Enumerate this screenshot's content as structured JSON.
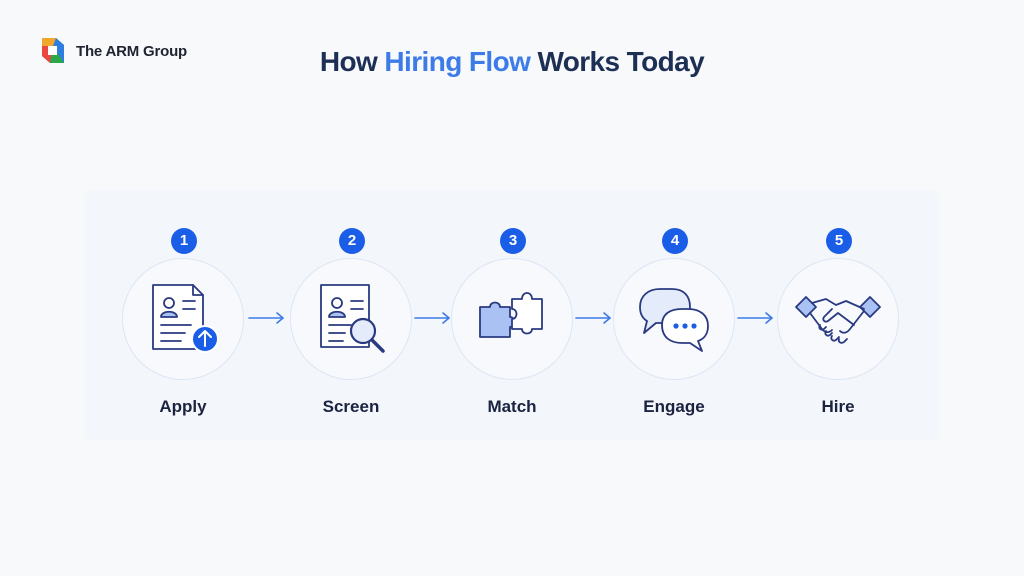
{
  "brand": {
    "name": "The ARM Group",
    "logo": "arm-group-logo"
  },
  "title": {
    "prefix": "How",
    "highlight": "Hiring Flow",
    "suffix": "Works Today"
  },
  "colors": {
    "accent": "#3d7be8",
    "badge": "#1a5ee8",
    "heading": "#1e2f56",
    "icon_stroke": "#2a3a80",
    "icon_fill": "#a9c2f3"
  },
  "steps": [
    {
      "number": "1",
      "label": "Apply",
      "icon": "resume-upload-icon"
    },
    {
      "number": "2",
      "label": "Screen",
      "icon": "resume-search-icon"
    },
    {
      "number": "3",
      "label": "Match",
      "icon": "puzzle-icon"
    },
    {
      "number": "4",
      "label": "Engage",
      "icon": "chat-bubbles-icon"
    },
    {
      "number": "5",
      "label": "Hire",
      "icon": "handshake-icon"
    }
  ]
}
